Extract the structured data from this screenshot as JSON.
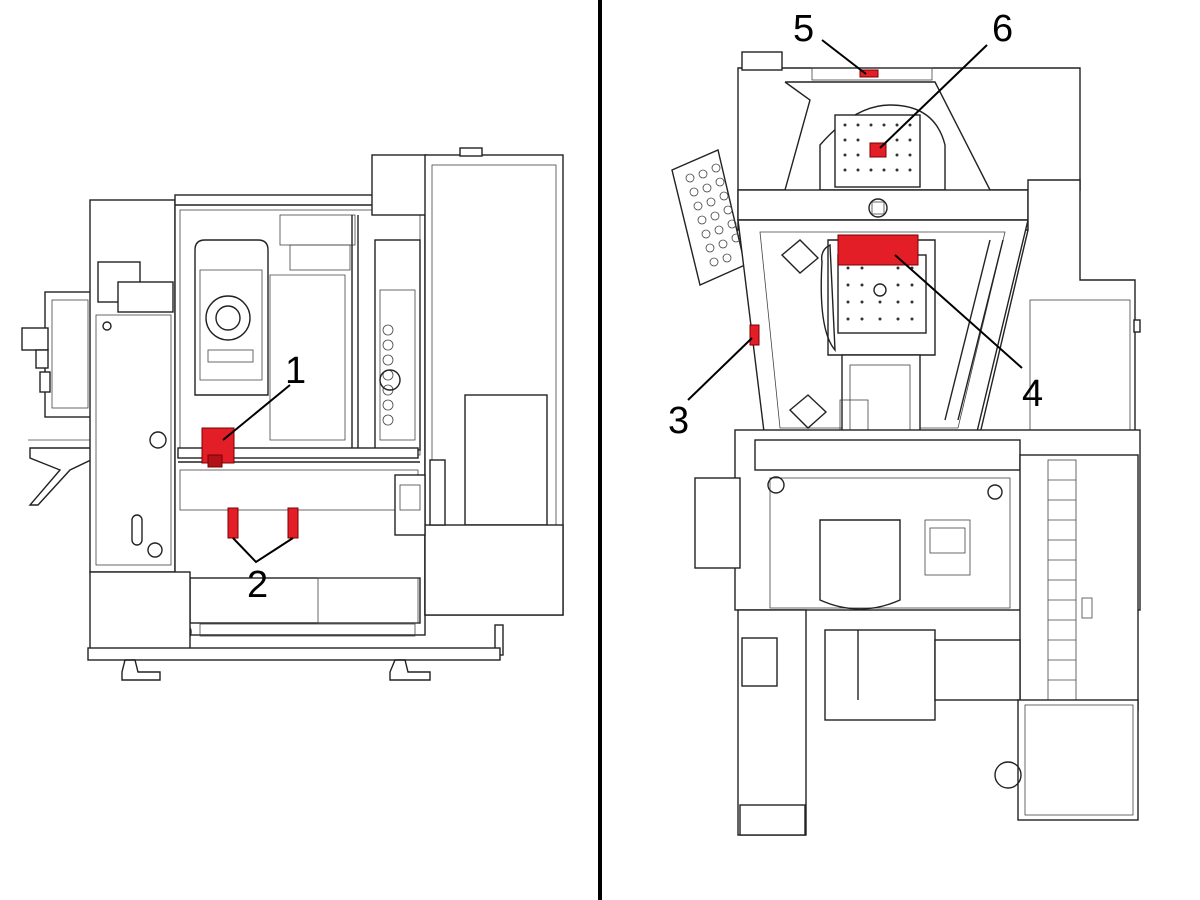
{
  "colors": {
    "highlight": "#e41e26",
    "line": "#222222",
    "divider": "#000000"
  },
  "callouts": [
    {
      "label": "1"
    },
    {
      "label": "2"
    },
    {
      "label": "3"
    },
    {
      "label": "4"
    },
    {
      "label": "5"
    },
    {
      "label": "6"
    }
  ]
}
